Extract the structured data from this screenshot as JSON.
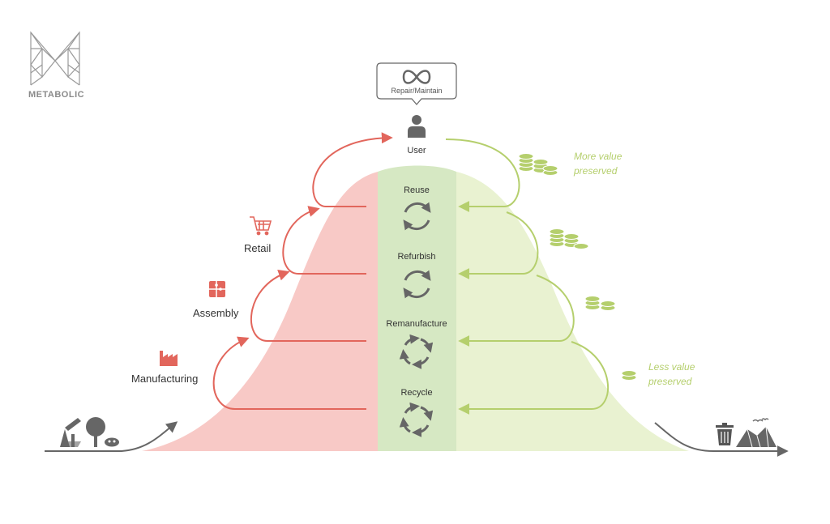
{
  "brand": {
    "name": "METABOLIC",
    "icon": "metabolic-logo-icon"
  },
  "top": {
    "user_label": "User",
    "repair_label": "Repair/Maintain",
    "repair_icon": "infinity-icon"
  },
  "stages_left": [
    {
      "label": "Manufacturing",
      "icon": "factory-icon"
    },
    {
      "label": "Assembly",
      "icon": "puzzle-icon"
    },
    {
      "label": "Retail",
      "icon": "shopping-cart-icon"
    }
  ],
  "loops": [
    {
      "label": "Reuse",
      "icon": "cycle-icon"
    },
    {
      "label": "Refurbish",
      "icon": "cycle-icon"
    },
    {
      "label": "Remanufacture",
      "icon": "cycle-icon"
    },
    {
      "label": "Recycle",
      "icon": "cycle-icon"
    }
  ],
  "value": {
    "more_line1": "More value",
    "more_line2": "preserved",
    "less_line1": "Less value",
    "less_line2": "preserved"
  },
  "colors": {
    "left_fill": "#f8c9c6",
    "center_fill": "#d6e8c3",
    "right_fill": "#e9f2d1",
    "red": "#e2665c",
    "green": "#b5cf6d",
    "gray": "#666666",
    "dark_gray": "#555555"
  }
}
